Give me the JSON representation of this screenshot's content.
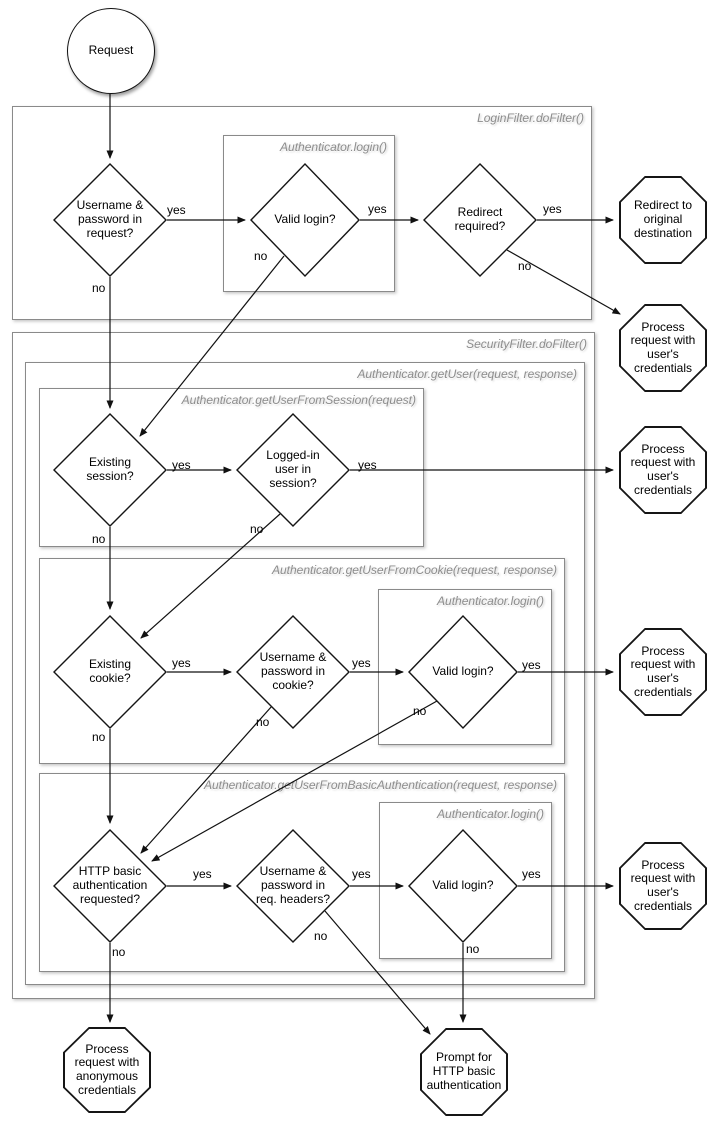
{
  "nodes": {
    "request": "Request",
    "userpass_in_request": "Username & password in request?",
    "valid_login_1": "Valid login?",
    "redirect_required": "Redirect required?",
    "redirect_to_original": "Redirect to original destination",
    "process_user_credentials_1": "Process request with user's credentials",
    "existing_session": "Existing session?",
    "logged_in_user_in_session": "Logged-in user in session?",
    "process_user_credentials_2": "Process request with user's credentials",
    "existing_cookie": "Existing cookie?",
    "userpass_in_cookie": "Username & password in cookie?",
    "valid_login_2": "Valid login?",
    "process_user_credentials_3": "Process request with user's credentials",
    "http_basic_requested": "HTTP basic authentication requested?",
    "userpass_in_req_headers": "Username & password in req. headers?",
    "valid_login_3": "Valid login?",
    "process_user_credentials_4": "Process request with user's credentials",
    "process_anonymous": "Process request with anonymous credentials",
    "prompt_http_basic": "Prompt for HTTP basic authentication"
  },
  "containers": {
    "login_filter": "LoginFilter.doFilter()",
    "authenticator_login_1": "Authenticator.login()",
    "security_filter": "SecurityFilter.doFilter()",
    "get_user": "Authenticator.getUser(request, response)",
    "get_user_from_session": "Authenticator.getUserFromSession(request)",
    "get_user_from_cookie": "Authenticator.getUserFromCookie(request, response)",
    "authenticator_login_2": "Authenticator.login()",
    "get_user_from_basic": "Authenticator.getUserFromBasicAuthentication(request, response)",
    "authenticator_login_3": "Authenticator.login()"
  },
  "edges": {
    "userpass_in_request_yes": "yes",
    "userpass_in_request_no": "no",
    "valid_login_1_yes": "yes",
    "valid_login_1_no": "no",
    "redirect_required_yes": "yes",
    "redirect_required_no": "no",
    "existing_session_yes": "yes",
    "existing_session_no": "no",
    "logged_in_yes": "yes",
    "logged_in_no": "no",
    "existing_cookie_yes": "yes",
    "existing_cookie_no": "no",
    "userpass_in_cookie_yes": "yes",
    "userpass_in_cookie_no": "no",
    "valid_login_2_yes": "yes",
    "valid_login_2_no": "no",
    "http_basic_yes": "yes",
    "http_basic_no": "no",
    "userpass_headers_yes": "yes",
    "userpass_headers_no": "no",
    "valid_login_3_yes": "yes",
    "valid_login_3_no": "no"
  },
  "colors": {
    "node_border": "#151515",
    "container_border": "#8a8a8a",
    "container_label": "#8d8d8d",
    "background": "#ffffff"
  }
}
